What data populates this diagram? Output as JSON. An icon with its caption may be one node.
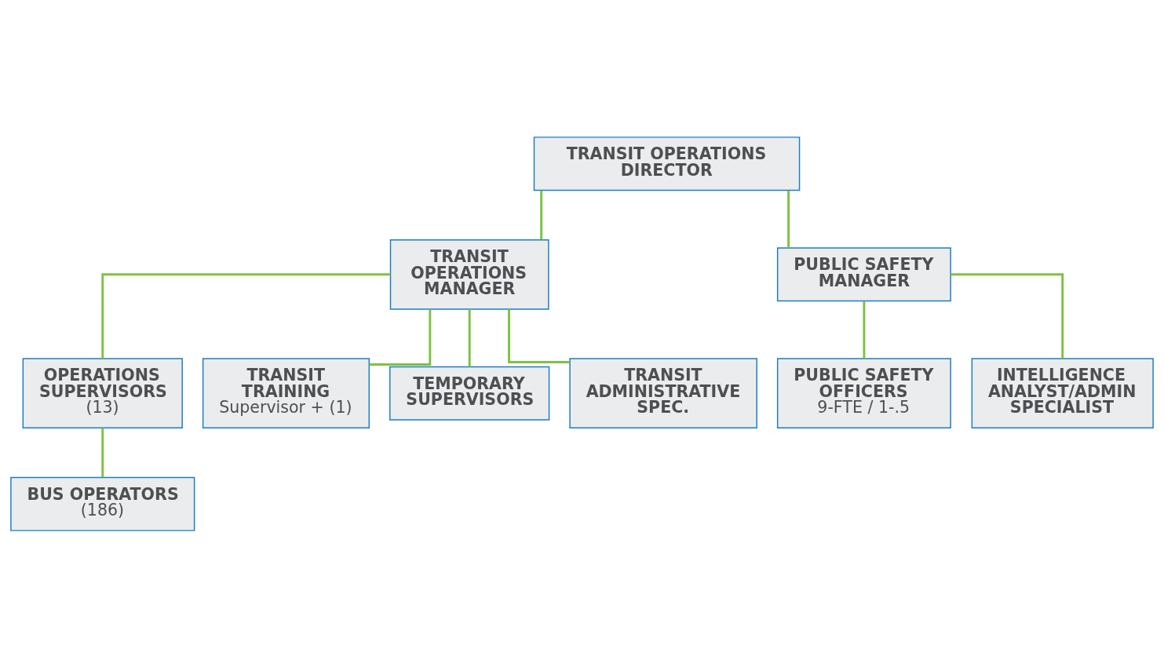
{
  "diagram": {
    "nodes": [
      {
        "text": [
          "TRANSIT OPERATIONS DIRECTOR"
        ]
      },
      {
        "text": [
          "TRANSIT OPERATIONS MANAGER"
        ]
      },
      {
        "text": [
          "PUBLIC SAFETY MANAGER"
        ]
      },
      {
        "text": [
          "OPERATIONS SUPERVISORS",
          "(13)"
        ]
      },
      {
        "text": [
          "TRANSIT TRAINING",
          "Supervisor + (1)"
        ]
      },
      {
        "text": [
          "TEMPORARY SUPERVISORS"
        ]
      },
      {
        "text": [
          "TRANSIT ADMINISTRATIVE SPEC."
        ]
      },
      {
        "text": [
          "PUBLIC SAFETY OFFICERS",
          "9-FTE / 1-.5"
        ]
      },
      {
        "text": [
          "INTELLIGENCE ANALYST/ADMIN SPECIALIST"
        ]
      },
      {
        "text": [
          "BUS OPERATORS",
          "(186)"
        ]
      }
    ],
    "edges": [
      {
        "from": 0,
        "to": 1,
        "arrow": "none"
      },
      {
        "from": 0,
        "to": 2,
        "arrow": "none"
      },
      {
        "from": 1,
        "to": 3,
        "arrow": "none"
      },
      {
        "from": 1,
        "to": 4,
        "arrow": "none"
      },
      {
        "from": 1,
        "to": 5,
        "arrow": "none"
      },
      {
        "from": 1,
        "to": 6,
        "arrow": "none"
      },
      {
        "from": 2,
        "to": 7,
        "arrow": "none"
      },
      {
        "from": 2,
        "to": 8,
        "arrow": "none"
      },
      {
        "from": 3,
        "to": 9,
        "arrow": "none"
      }
    ]
  }
}
